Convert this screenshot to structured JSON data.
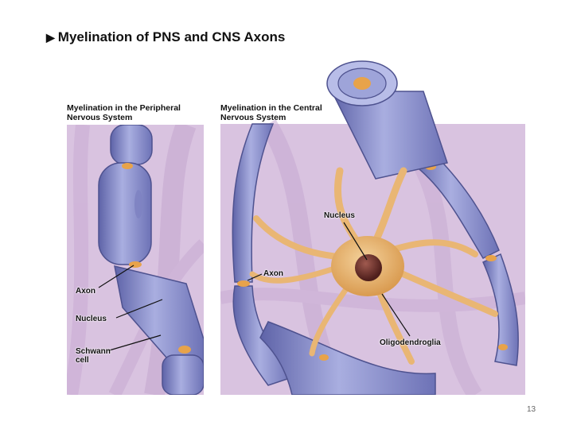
{
  "slide": {
    "title": "Myelination of PNS and CNS Axons",
    "page_number": "13"
  },
  "pns_panel": {
    "heading_line1": "Myelination in the Peripheral",
    "heading_line2": "Nervous System",
    "labels": {
      "axon": "Axon",
      "nucleus": "Nucleus",
      "schwann_line1": "Schwann",
      "schwann_line2": "cell"
    }
  },
  "cns_panel": {
    "heading_line1": "Myelination in the Central",
    "heading_line2": "Nervous System",
    "labels": {
      "nucleus": "Nucleus",
      "axon": "Axon",
      "oligodendroglia": "Oligodendroglia"
    }
  },
  "colors": {
    "background_lilac": "#d9c3e0",
    "myelin_blue": "#8f95cf",
    "axon_orange": "#e8a34a",
    "oligodendrocyte_tan": "#e9b674",
    "nucleus_brown": "#6b2f2a"
  }
}
